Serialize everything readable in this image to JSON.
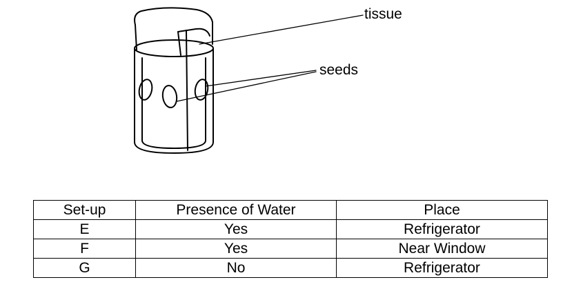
{
  "diagram": {
    "labels": {
      "tissue": "tissue",
      "seeds": "seeds"
    }
  },
  "table": {
    "headers": [
      "Set-up",
      "Presence of Water",
      "Place"
    ],
    "rows": [
      [
        "E",
        "Yes",
        "Refrigerator"
      ],
      [
        "F",
        "Yes",
        "Near Window"
      ],
      [
        "G",
        "No",
        "Refrigerator"
      ]
    ]
  }
}
